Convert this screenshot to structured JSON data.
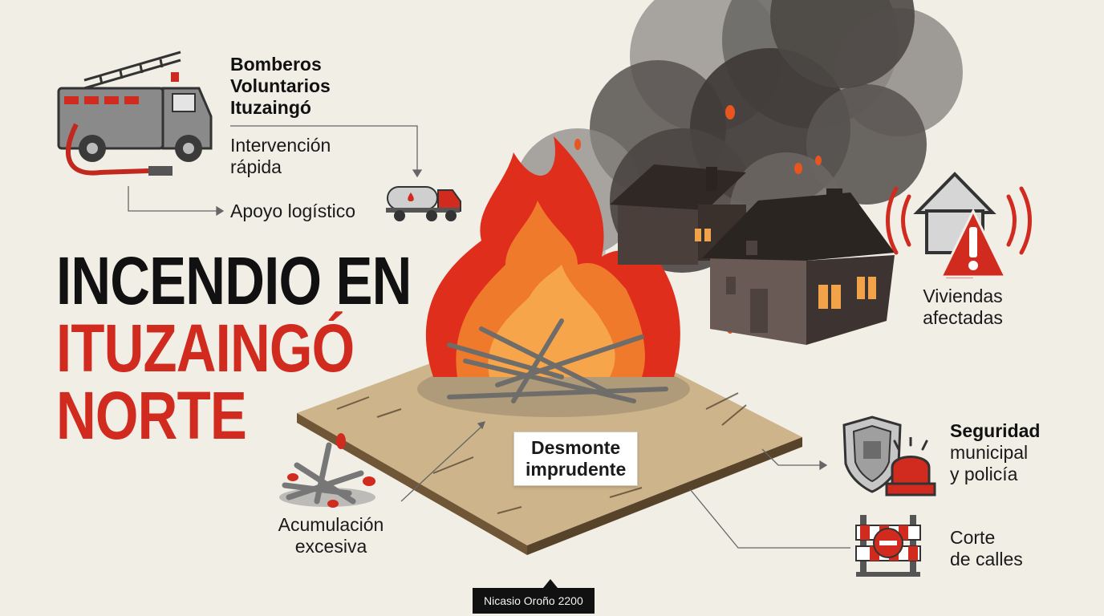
{
  "title": {
    "line1": "INCENDIO EN",
    "line2": "ITUZAINGÓ",
    "line3": "NORTE"
  },
  "firefighters": {
    "line1": "Bomberos",
    "line2": "Voluntarios",
    "line3": "Ituzaingó"
  },
  "rapid": {
    "line1": "Intervención",
    "line2": "rápida"
  },
  "logistics": "Apoyo logístico",
  "houses": {
    "line1": "Viviendas",
    "line2": "afectadas"
  },
  "clearing": {
    "line1": "Desmonte",
    "line2": "imprudente"
  },
  "accumulation": {
    "line1": "Acumulación",
    "line2": "excesiva"
  },
  "security": {
    "line1": "Seguridad",
    "line2": "municipal",
    "line3": "y policía"
  },
  "roads": {
    "line1": "Corte",
    "line2": "de calles"
  },
  "street": "Nicasio Oroño 2200",
  "colors": {
    "accent_red": "#d12a1f",
    "dark": "#111111",
    "background": "#f1eee6"
  },
  "icons": [
    "fire-truck-icon",
    "tanker-truck-icon",
    "house-alert-icon",
    "police-badge-icon",
    "siren-icon",
    "road-barrier-icon",
    "branches-icon"
  ]
}
